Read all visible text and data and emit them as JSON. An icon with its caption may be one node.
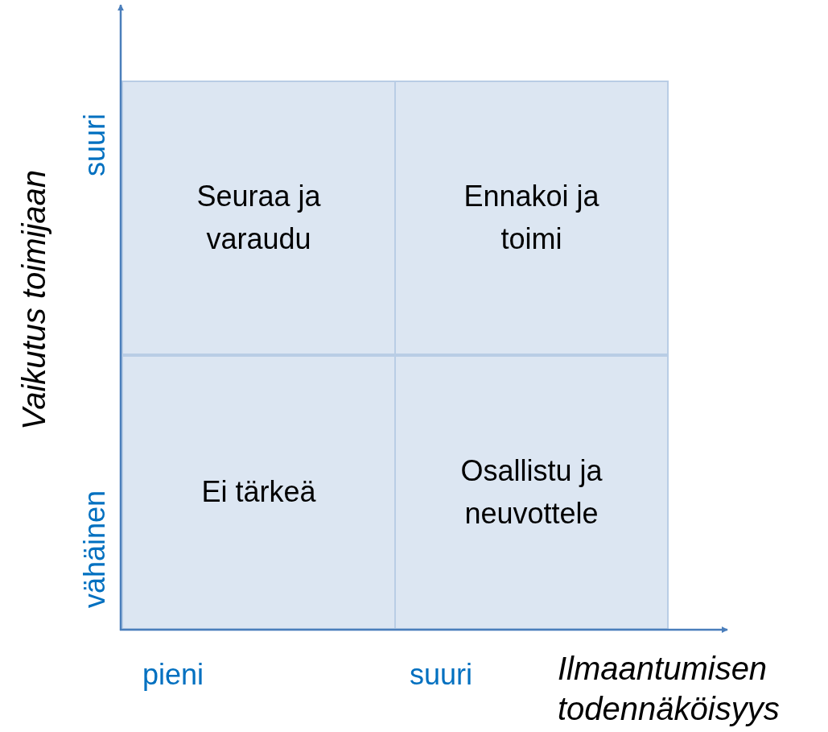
{
  "diagram": {
    "nodes": [
      {
        "text": [
          "Seuraa ja varaudu"
        ]
      },
      {
        "text": [
          "Ennakoi ja toimi"
        ]
      },
      {
        "text": [
          "Ei tärkeä"
        ]
      },
      {
        "text": [
          "Osallistu ja neuvottele"
        ]
      }
    ],
    "edges": [],
    "labels": [
      "Vaikutus toimijaan",
      "suuri",
      "vähäinen",
      "pieni",
      "suuri",
      "Ilmaantumisen todennäköisyys"
    ]
  }
}
